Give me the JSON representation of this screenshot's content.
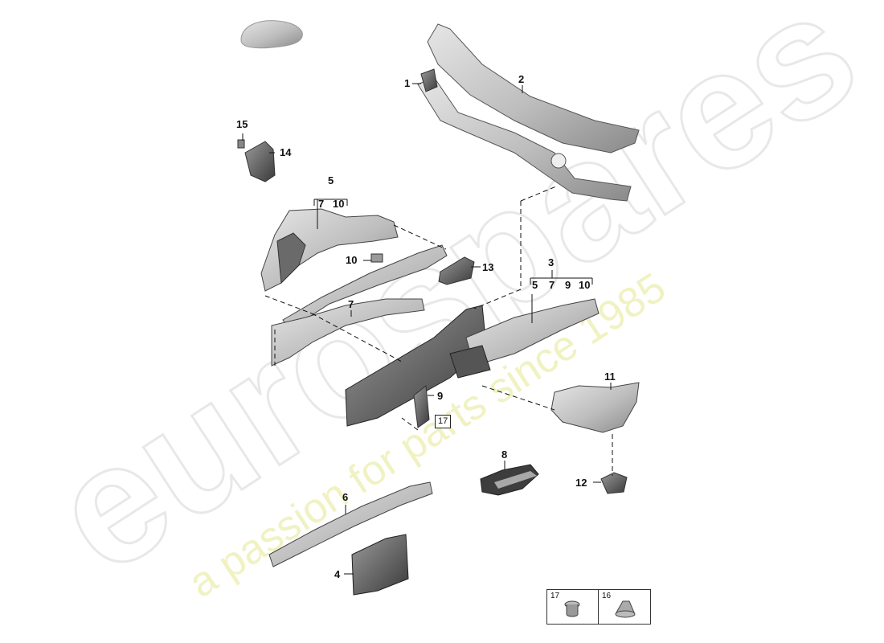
{
  "watermark": {
    "brand": "eurospares",
    "tagline": "a passion for parts since 1985"
  },
  "callouts": [
    {
      "id": "1",
      "text": "1"
    },
    {
      "id": "2",
      "text": "2"
    },
    {
      "id": "3",
      "text": "3"
    },
    {
      "id": "4",
      "text": "4"
    },
    {
      "id": "5",
      "text": "5"
    },
    {
      "id": "6",
      "text": "6"
    },
    {
      "id": "7",
      "text": "7"
    },
    {
      "id": "8",
      "text": "8"
    },
    {
      "id": "9",
      "text": "9"
    },
    {
      "id": "10",
      "text": "10"
    },
    {
      "id": "11",
      "text": "11"
    },
    {
      "id": "12",
      "text": "12"
    },
    {
      "id": "13",
      "text": "13"
    },
    {
      "id": "14",
      "text": "14"
    },
    {
      "id": "15",
      "text": "15"
    }
  ],
  "subgroups": {
    "group5": [
      "7",
      "10"
    ],
    "group3": [
      "5",
      "7",
      "9",
      "10"
    ]
  },
  "boxed_ref": "17",
  "legend": [
    {
      "number": "17",
      "icon": "plug-fastener-icon"
    },
    {
      "number": "16",
      "icon": "clip-fastener-icon"
    }
  ],
  "colors": {
    "part_fill": "#cfcfcf",
    "part_shade": "#8c8c8c",
    "part_dark": "#4a4a4a",
    "watermark_brand": "#ececec",
    "watermark_tagline": "#f1f3c8"
  }
}
